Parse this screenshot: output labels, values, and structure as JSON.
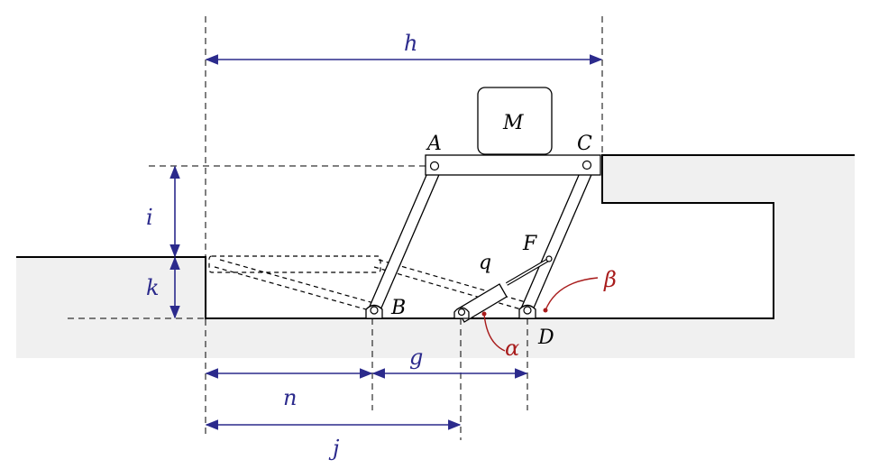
{
  "dimensions": {
    "h": "h",
    "i": "i",
    "k": "k",
    "g": "g",
    "n": "n",
    "j": "j"
  },
  "points": {
    "A": "A",
    "B": "B",
    "C": "C",
    "D": "D",
    "F": "F"
  },
  "mass_label": "M",
  "actuator_label": "q",
  "angles": {
    "alpha": "α",
    "beta": "β"
  },
  "colors": {
    "dimension": "#2b2a8c",
    "angle": "#a81c1c",
    "ground": "#f0f0f0"
  }
}
